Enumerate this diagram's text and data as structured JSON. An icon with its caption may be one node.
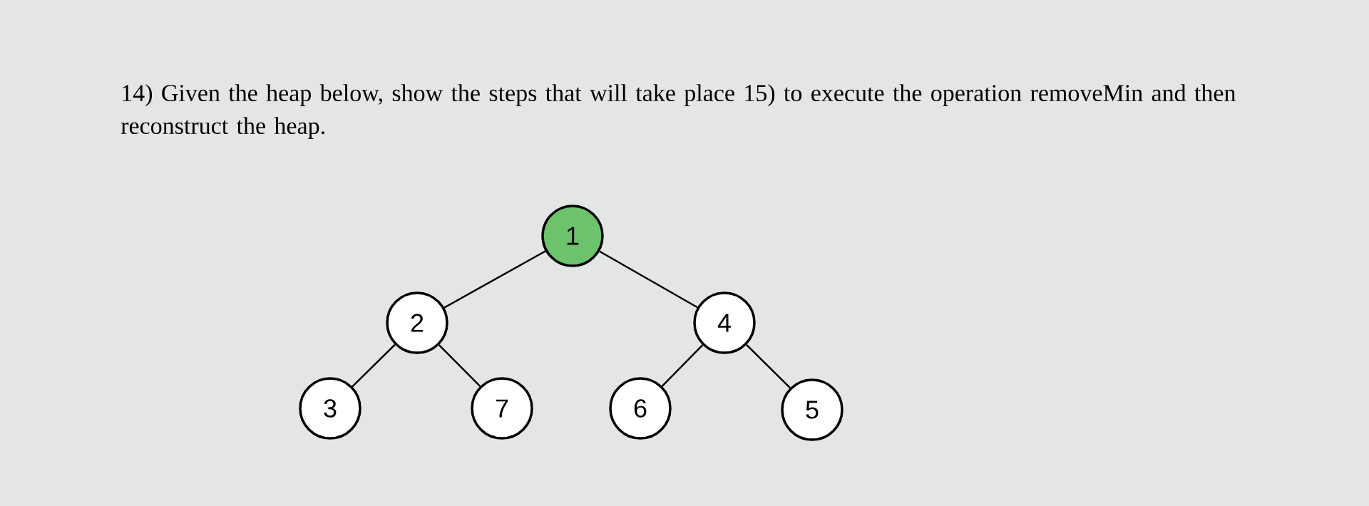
{
  "diagram": {
    "labels": [
      "14) Given the heap below, show the steps that will take place 15) to execute the operation removeMin and then reconstruct the heap."
    ],
    "nodes": [
      {
        "text": [
          "1"
        ]
      },
      {
        "text": [
          "2"
        ]
      },
      {
        "text": [
          "4"
        ]
      },
      {
        "text": [
          "3"
        ]
      },
      {
        "text": [
          "7"
        ]
      },
      {
        "text": [
          "6"
        ]
      },
      {
        "text": [
          "5"
        ]
      }
    ],
    "edges": [
      {
        "from": 0,
        "to": 1,
        "arrow": "none"
      },
      {
        "from": 0,
        "to": 2,
        "arrow": "none"
      },
      {
        "from": 1,
        "to": 3,
        "arrow": "none"
      },
      {
        "from": 1,
        "to": 4,
        "arrow": "none"
      },
      {
        "from": 2,
        "to": 5,
        "arrow": "none"
      },
      {
        "from": 2,
        "to": 6,
        "arrow": "none"
      }
    ]
  }
}
